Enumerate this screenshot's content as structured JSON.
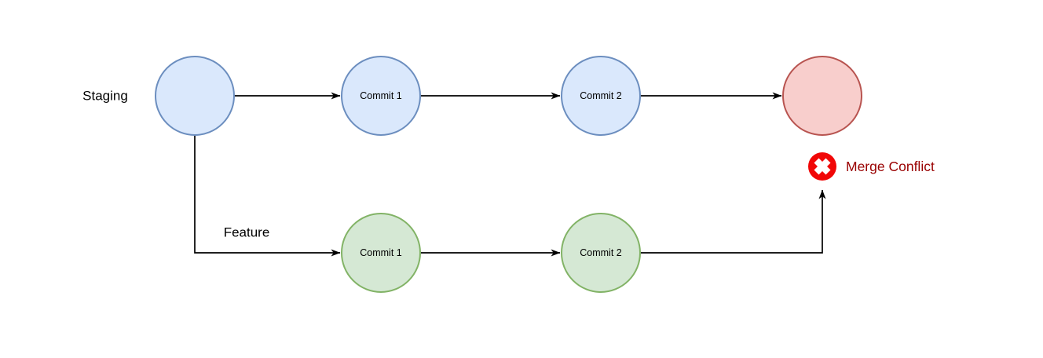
{
  "diagram": {
    "type": "git-branch-merge-conflict-diagram",
    "background": "#ffffff",
    "staging_branch": {
      "label": "Staging",
      "nodes": [
        {
          "id": "staging-base",
          "label": ""
        },
        {
          "id": "staging-commit-1",
          "label": "Commit 1"
        },
        {
          "id": "staging-commit-2",
          "label": "Commit 2"
        },
        {
          "id": "merge-target",
          "label": ""
        }
      ]
    },
    "feature_branch": {
      "label": "Feature",
      "nodes": [
        {
          "id": "feature-commit-1",
          "label": "Commit 1"
        },
        {
          "id": "feature-commit-2",
          "label": "Commit 2"
        }
      ]
    },
    "conflict": {
      "label": "Merge Conflict",
      "icon": "error-x-icon"
    },
    "colors": {
      "staging_node_fill": "#dae8fc",
      "staging_node_stroke": "#6c8ebf",
      "feature_node_fill": "#d5e8d4",
      "feature_node_stroke": "#82b366",
      "merge_node_fill": "#f8cecc",
      "merge_node_stroke": "#b85450",
      "error_icon_fill": "#f10707",
      "error_icon_x": "#ffffff",
      "conflict_text": "#990000",
      "edge_stroke": "#000000",
      "label_text": "#000000"
    }
  }
}
